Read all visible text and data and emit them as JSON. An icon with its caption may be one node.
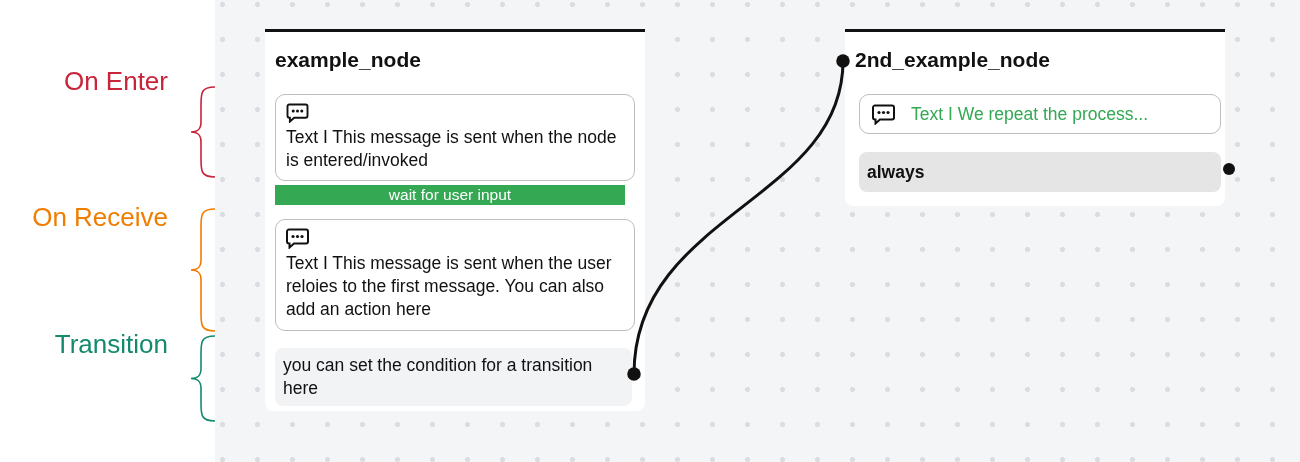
{
  "diagram": {
    "nodes": [
      {
        "text": [
          "example_node"
        ]
      },
      {
        "text": [
          "Text I This message is sent when the node is entered/invoked"
        ],
        "in": 0
      },
      {
        "text": [
          "wait for user input"
        ],
        "in": 0
      },
      {
        "text": [
          "Text I This message is sent when the user reloies to the first message. You can also add an action here"
        ],
        "in": 0
      },
      {
        "text": [
          "you can set the condition for a transition here"
        ],
        "in": 0
      },
      {
        "text": [
          "2nd_example_node"
        ]
      },
      {
        "text": [
          "Text I We repeat the process..."
        ],
        "in": 5
      },
      {
        "text": [
          "always"
        ],
        "in": 5
      }
    ],
    "edges": [
      {
        "from": 4,
        "to": 5,
        "arrow": "other"
      }
    ],
    "labels": [
      "On Enter",
      "On Receive",
      "Transition"
    ]
  }
}
